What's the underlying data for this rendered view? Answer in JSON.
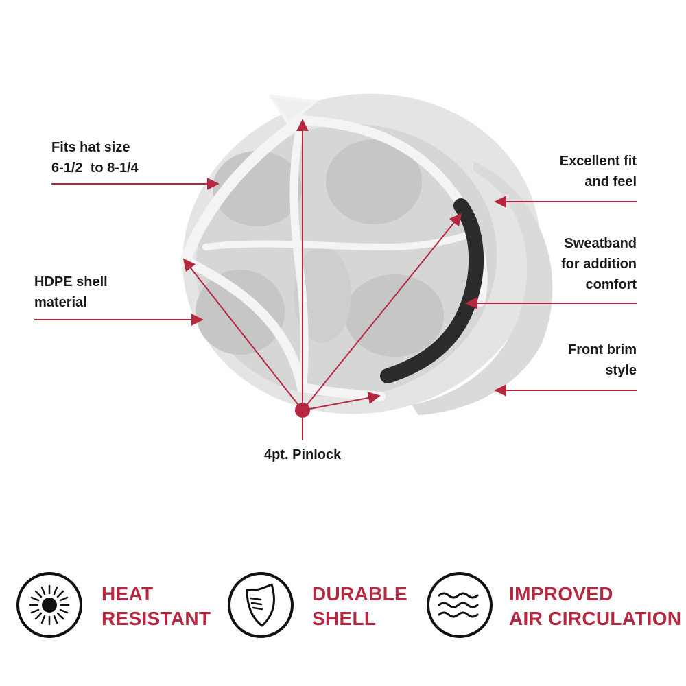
{
  "colors": {
    "accent": "#b5283f",
    "text": "#1a1a1a",
    "helmet_shell": "#e3e3e3",
    "helmet_inner": "#d2d2d2",
    "suspension": "#f3f3f3",
    "sweatband": "#2b2b2b"
  },
  "callouts": {
    "hat_size": {
      "line1": "Fits hat size",
      "line2": "6-1/2  to 8-1/4"
    },
    "shell_material": {
      "line1": "HDPE shell",
      "line2": "material"
    },
    "fit_feel": {
      "line1": "Excellent fit",
      "line2": "and feel"
    },
    "sweatband": {
      "line1": "Sweatband",
      "line2": "for addition",
      "line3": "comfort"
    },
    "brim": {
      "line1": "Front brim",
      "line2": "style"
    },
    "pinlock": {
      "label": "4pt. Pinlock"
    }
  },
  "features": [
    {
      "icon": "sun-icon",
      "line1": "HEAT",
      "line2": "RESISTANT"
    },
    {
      "icon": "shield-icon",
      "line1": "DURABLE",
      "line2": "SHELL"
    },
    {
      "icon": "wave-icon",
      "line1": "IMPROVED",
      "line2": "AIR CIRCULATION"
    }
  ]
}
